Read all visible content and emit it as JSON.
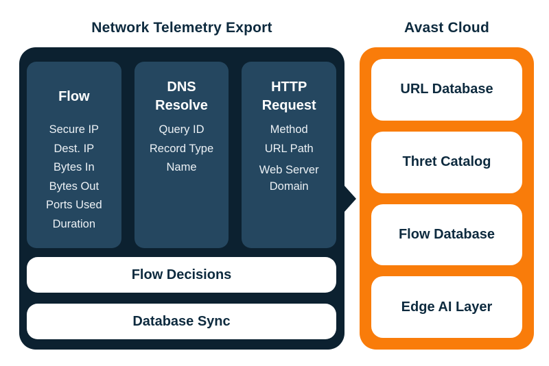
{
  "colors": {
    "navy": "#0c2130",
    "slate": "#254760",
    "orange": "#f97c0a",
    "text_navy": "#0d2a3e",
    "item_text": "#ecf1f5",
    "background": "#ffffff"
  },
  "titles": {
    "telemetry": "Network Telemetry Export",
    "cloud": "Avast Cloud"
  },
  "telemetry_panel": {
    "columns": [
      {
        "header": "Flow",
        "items": [
          "Secure IP",
          "Dest. IP",
          "Bytes In",
          "Bytes Out",
          "Ports Used",
          "Duration"
        ]
      },
      {
        "header": "DNS Resolve",
        "items": [
          "Query ID",
          "Record Type",
          "Name"
        ]
      },
      {
        "header": "HTTP Request",
        "items": [
          "Method",
          "URL Path",
          "Web Server Domain"
        ]
      }
    ],
    "bars": [
      "Flow Decisions",
      "Database Sync"
    ]
  },
  "cloud_panel": {
    "boxes": [
      "URL Database",
      "Thret Catalog",
      "Flow Database",
      "Edge AI Layer"
    ]
  }
}
